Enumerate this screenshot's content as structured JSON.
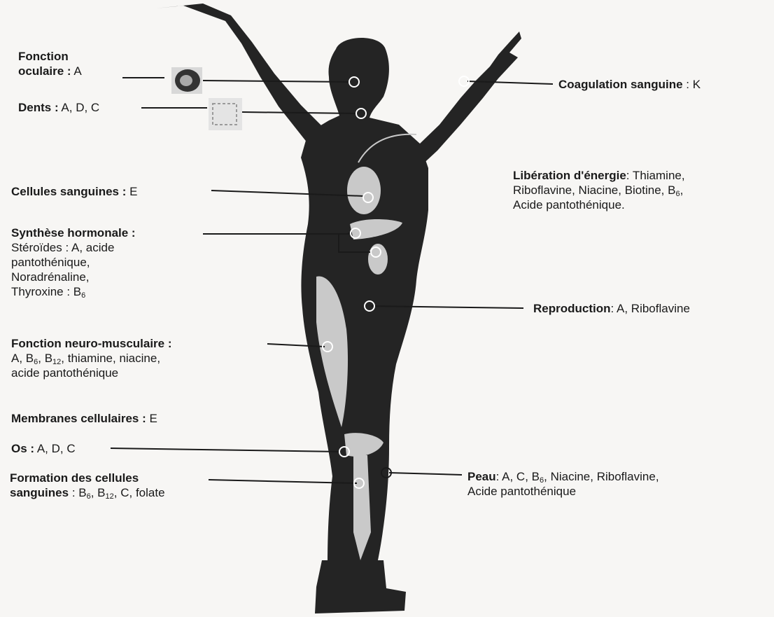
{
  "labels": {
    "oculaire": {
      "line1": "Fonction",
      "line2_bold": "oculaire :",
      "line2_rest": " A"
    },
    "dents": {
      "bold": "Dents :",
      "rest": " A, D, C"
    },
    "coagulation": {
      "bold": "Coagulation sanguine",
      "rest": " : K"
    },
    "liberation": {
      "bold": "Libération d'énergie",
      "line1_rest": ": Thiamine,",
      "line2_pre": "Riboflavine, Niacine, Biotine, B",
      "line2_sub": "6",
      "line2_post": ",",
      "line3": "Acide pantothénique."
    },
    "cellules_sanguines": {
      "bold": "Cellules sanguines :",
      "rest": " E"
    },
    "synthese": {
      "title": "Synthèse hormonale :",
      "line1": "Stéroïdes : A, acide",
      "line2": "pantothénique,",
      "line3": "Noradrénaline,",
      "line4_pre": "Thyroxine : B",
      "line4_sub": "6"
    },
    "reproduction": {
      "bold": "Reproduction",
      "rest": ": A, Riboflavine"
    },
    "neuro": {
      "title": "Fonction neuro-musculaire :",
      "l1_a": "A, B",
      "l1_s1": "6",
      "l1_b": ", B",
      "l1_s2": "12",
      "l1_c": ", thiamine, niacine,",
      "line3": "acide pantothénique"
    },
    "membranes": {
      "bold": "Membranes cellulaires :",
      "rest": " E"
    },
    "os": {
      "bold": "Os :",
      "rest": " A, D, C"
    },
    "formation": {
      "title": "Formation des cellules",
      "l2_bold": "sanguines",
      "l2_a": " : B",
      "l2_s1": "6",
      "l2_b": ", B",
      "l2_s2": "12",
      "l2_c": ", C, folate"
    },
    "peau": {
      "bold": "Peau",
      "l1_a": ": A, C, B",
      "l1_s": "6",
      "l1_b": ", Niacine, Riboflavine,",
      "line2": "Acide pantothénique"
    }
  },
  "colors": {
    "silhouette": "#242424",
    "organ": "#c9c9c9",
    "background": "#f7f6f4"
  }
}
